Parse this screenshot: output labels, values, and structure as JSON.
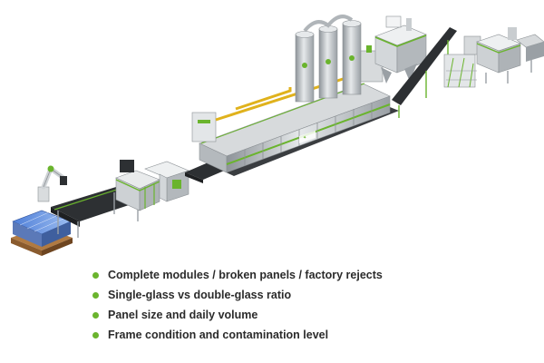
{
  "colors": {
    "accent": "#6ab42d",
    "steel": "#b9bec2",
    "dark": "#2d3033",
    "text": "#2b2b2b"
  },
  "illustration": "recycling-production-line",
  "bullets": [
    {
      "icon": "green-dot-icon",
      "text": "Complete modules / broken panels / factory rejects"
    },
    {
      "icon": "green-dot-icon",
      "text": "Single-glass vs double-glass ratio"
    },
    {
      "icon": "green-dot-icon",
      "text": "Panel size and daily volume"
    },
    {
      "icon": "green-dot-icon",
      "text": "Frame condition and contamination level"
    }
  ]
}
